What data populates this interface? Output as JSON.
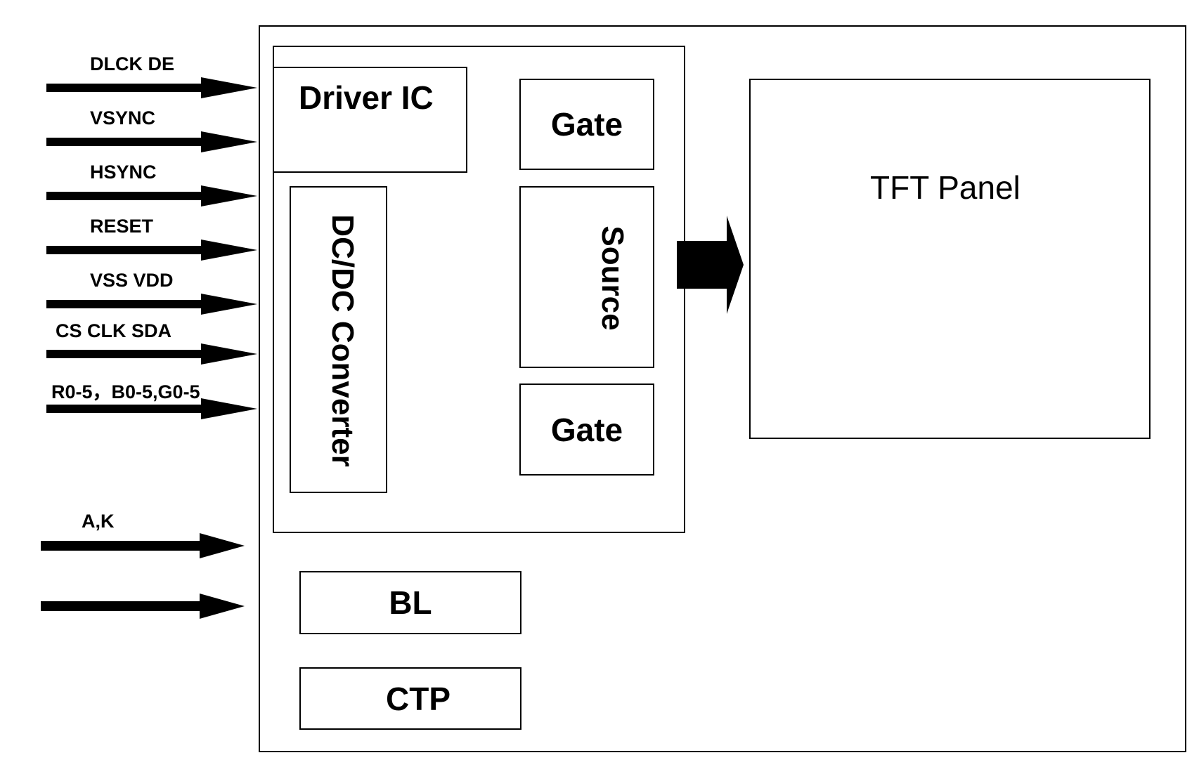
{
  "inputs": {
    "signal_1": "DLCK DE",
    "signal_2": "VSYNC",
    "signal_3": "HSYNC",
    "signal_4": "RESET",
    "signal_5": "VSS VDD",
    "signal_6": "CS CLK SDA",
    "signal_7": "R0-5，B0-5,G0-5",
    "signal_8": "A,K"
  },
  "blocks": {
    "driver_ic": "Driver IC",
    "dcdc_converter": "DC/DC Converter",
    "gate_top": "Gate",
    "source": "Source",
    "gate_bottom": "Gate",
    "tft_panel": "TFT Panel",
    "bl": "BL",
    "ctp": "CTP"
  }
}
